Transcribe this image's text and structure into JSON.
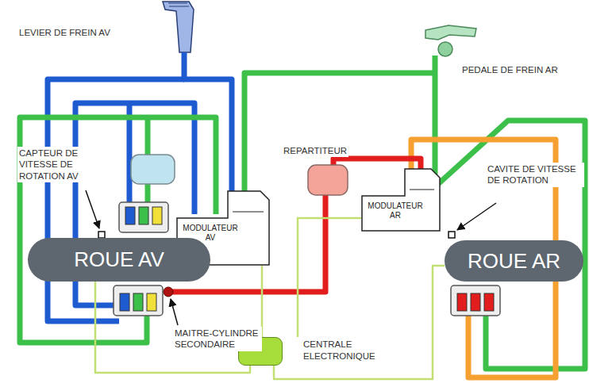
{
  "diagram": {
    "nodes": [
      {
        "text": [
          "MODULATEUR AV"
        ]
      },
      {
        "text": [
          "MODULATEUR AR"
        ]
      },
      {
        "text": [
          "ROUE AV"
        ]
      },
      {
        "text": [
          "ROUE AR"
        ]
      },
      {
        "text": [
          "CENTRALE ELECTRONIQUE"
        ]
      }
    ],
    "edges": [
      {
        "from": 0,
        "to": 4,
        "arrow": "none"
      },
      {
        "from": 1,
        "to": 4,
        "arrow": "none"
      },
      {
        "from": 2,
        "to": 4,
        "arrow": "none"
      },
      {
        "from": 3,
        "to": 4,
        "arrow": "none"
      }
    ],
    "labels": [
      "LEVIER DE FREIN AV",
      "PEDALE DE FREIN AR",
      "CAPTEUR DE VITESSE DE ROTATION AV",
      "REPARTITEUR",
      "CAVITE DE VITESSE DE ROTATION",
      "MAITRE-CYLINDRE SECONDAIRE"
    ]
  }
}
